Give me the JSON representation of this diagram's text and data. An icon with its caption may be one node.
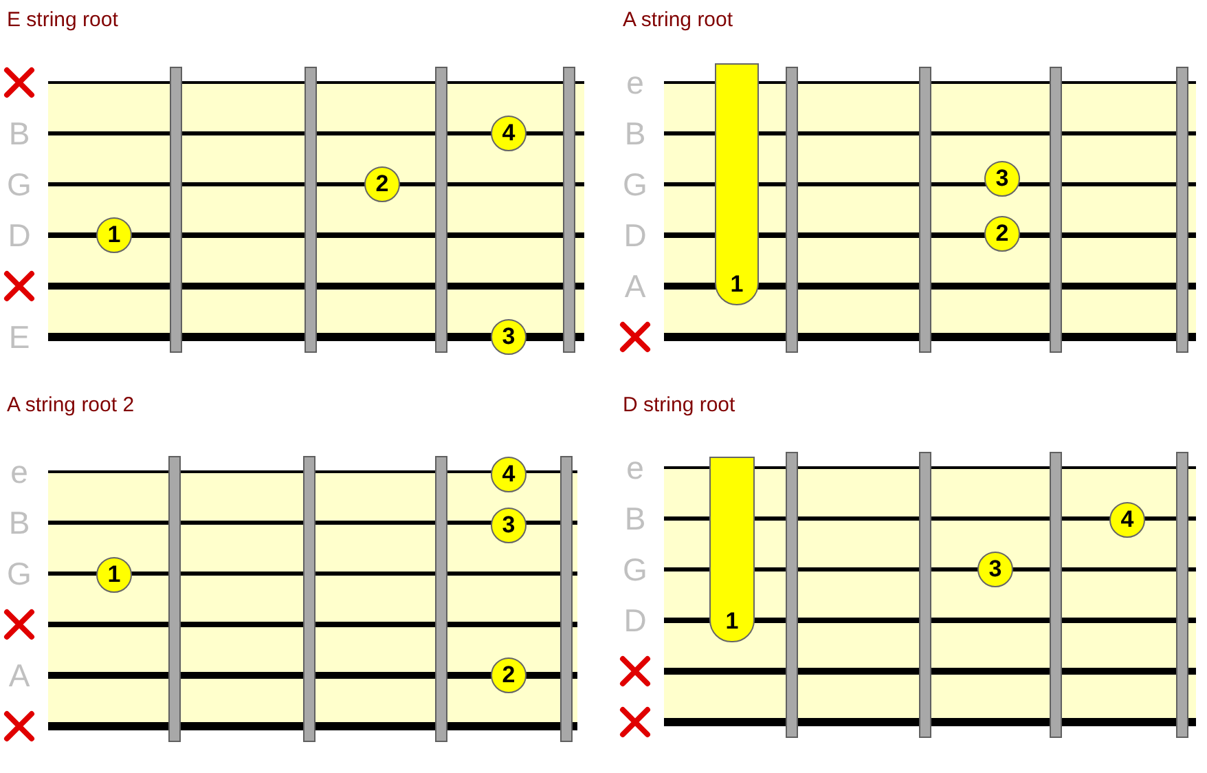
{
  "diagram": {
    "nodes": [
      {
        "text": [
          "E string root"
        ]
      },
      {
        "text": [
          "4"
        ],
        "in": 0
      },
      {
        "text": [
          "2"
        ],
        "in": 0
      },
      {
        "text": [
          "1"
        ],
        "in": 0
      },
      {
        "text": [
          "3"
        ],
        "in": 0
      },
      {
        "text": [
          "A string root"
        ]
      },
      {
        "text": [
          "1"
        ],
        "in": 5
      },
      {
        "text": [
          "3"
        ],
        "in": 5
      },
      {
        "text": [
          "2"
        ],
        "in": 5
      },
      {
        "text": [
          "A string root 2"
        ]
      },
      {
        "text": [
          "4"
        ],
        "in": 9
      },
      {
        "text": [
          "3"
        ],
        "in": 9
      },
      {
        "text": [
          "1"
        ],
        "in": 9
      },
      {
        "text": [
          "2"
        ],
        "in": 9
      },
      {
        "text": [
          "D string root"
        ]
      },
      {
        "text": [
          "1"
        ],
        "in": 14
      },
      {
        "text": [
          "4"
        ],
        "in": 14
      },
      {
        "text": [
          "3"
        ],
        "in": 14
      }
    ],
    "labels": [
      "B",
      "G",
      "D",
      "E",
      "e",
      "B",
      "G",
      "D",
      "A",
      "e",
      "B",
      "G",
      "A",
      "e",
      "B",
      "G",
      "D"
    ]
  }
}
